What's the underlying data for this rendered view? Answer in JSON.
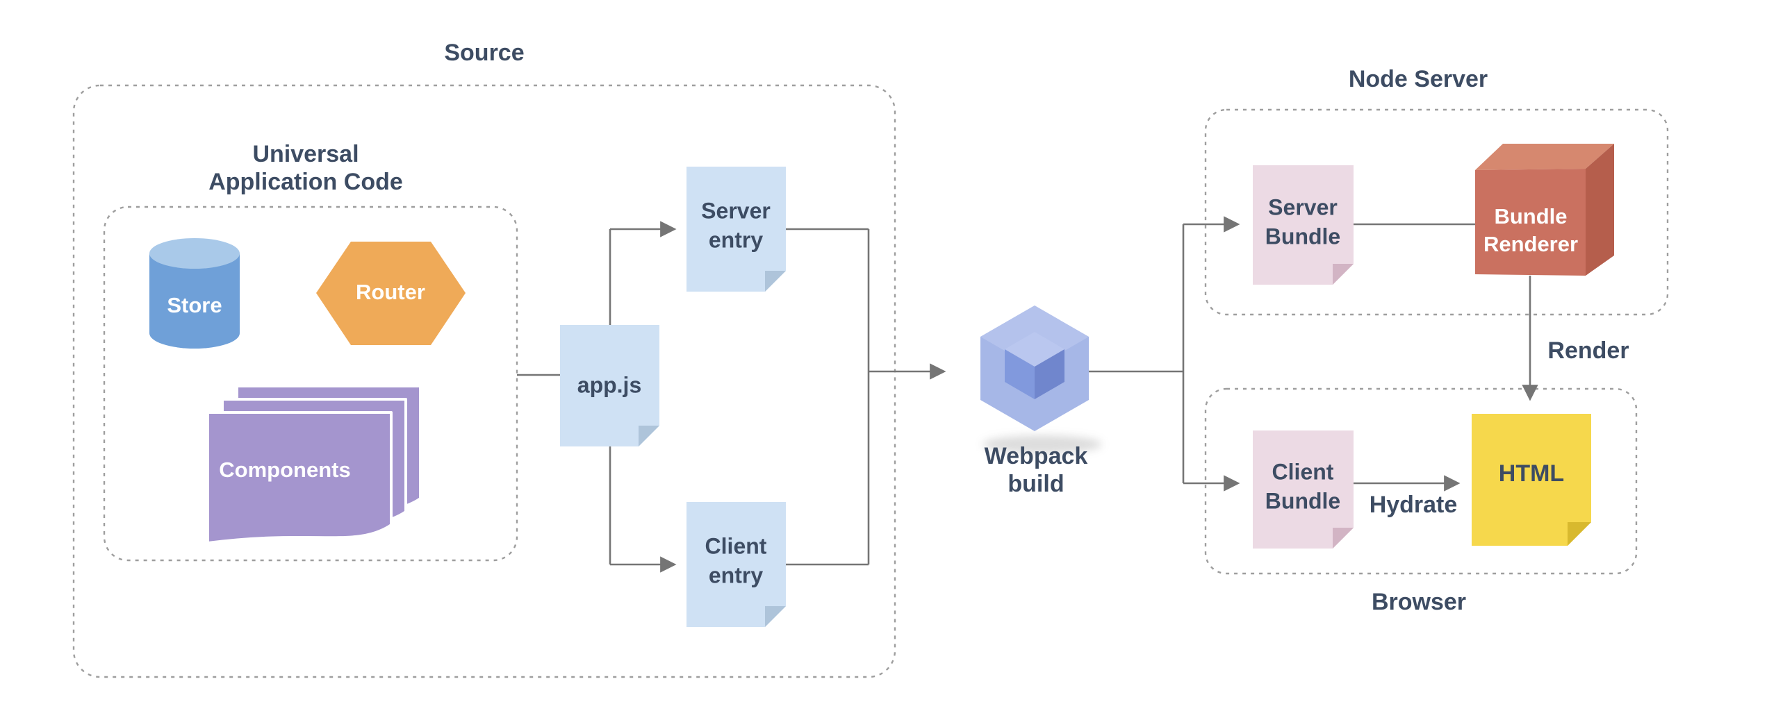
{
  "diagram": {
    "groups": {
      "source": {
        "label": "Source"
      },
      "universal": {
        "label_line1": "Universal",
        "label_line2": "Application Code"
      },
      "node_server": {
        "label": "Node Server"
      },
      "browser": {
        "label": "Browser"
      }
    },
    "nodes": {
      "store": {
        "label": "Store",
        "shape": "cylinder"
      },
      "router": {
        "label": "Router",
        "shape": "hexagon"
      },
      "components": {
        "label": "Components",
        "shape": "stacked-pages"
      },
      "app_js": {
        "label": "app.js",
        "shape": "note"
      },
      "server_entry": {
        "label_line1": "Server",
        "label_line2": "entry",
        "shape": "note"
      },
      "client_entry": {
        "label_line1": "Client",
        "label_line2": "entry",
        "shape": "note"
      },
      "webpack": {
        "label_line1": "Webpack",
        "label_line2": "build",
        "shape": "webpack-cube"
      },
      "server_bundle": {
        "label_line1": "Server",
        "label_line2": "Bundle",
        "shape": "note"
      },
      "bundle_renderer": {
        "label_line1": "Bundle",
        "label_line2": "Renderer",
        "shape": "cube"
      },
      "client_bundle": {
        "label_line1": "Client",
        "label_line2": "Bundle",
        "shape": "note"
      },
      "html": {
        "label": "HTML",
        "shape": "note"
      }
    },
    "edge_labels": {
      "render": "Render",
      "hydrate": "Hydrate"
    },
    "colors": {
      "text_dark": "#3d4c63",
      "text_light": "#ffffff",
      "line_gray": "#757575",
      "dash_gray": "#9e9e9e",
      "store_blue": "#6fa0d8",
      "store_top": "#a9c9e9",
      "router_orange": "#efaa58",
      "components_purple": "#a495ce",
      "note_blue": "#cfe1f4",
      "note_blue_fold": "#aec4da",
      "note_pink": "#ecdae4",
      "note_pink_fold": "#d2b4c4",
      "note_yellow": "#f6d84c",
      "note_yellow_fold": "#d8b92e",
      "webpack_outer": "#a6b7e7",
      "webpack_outer_hi": "#b8c5ee",
      "webpack_top": "#bac7ef",
      "webpack_left": "#8199dd",
      "webpack_right": "#7086cd",
      "renderer_front": "#ca7160",
      "renderer_top": "#d6886f",
      "renderer_side": "#b55e4c"
    }
  }
}
